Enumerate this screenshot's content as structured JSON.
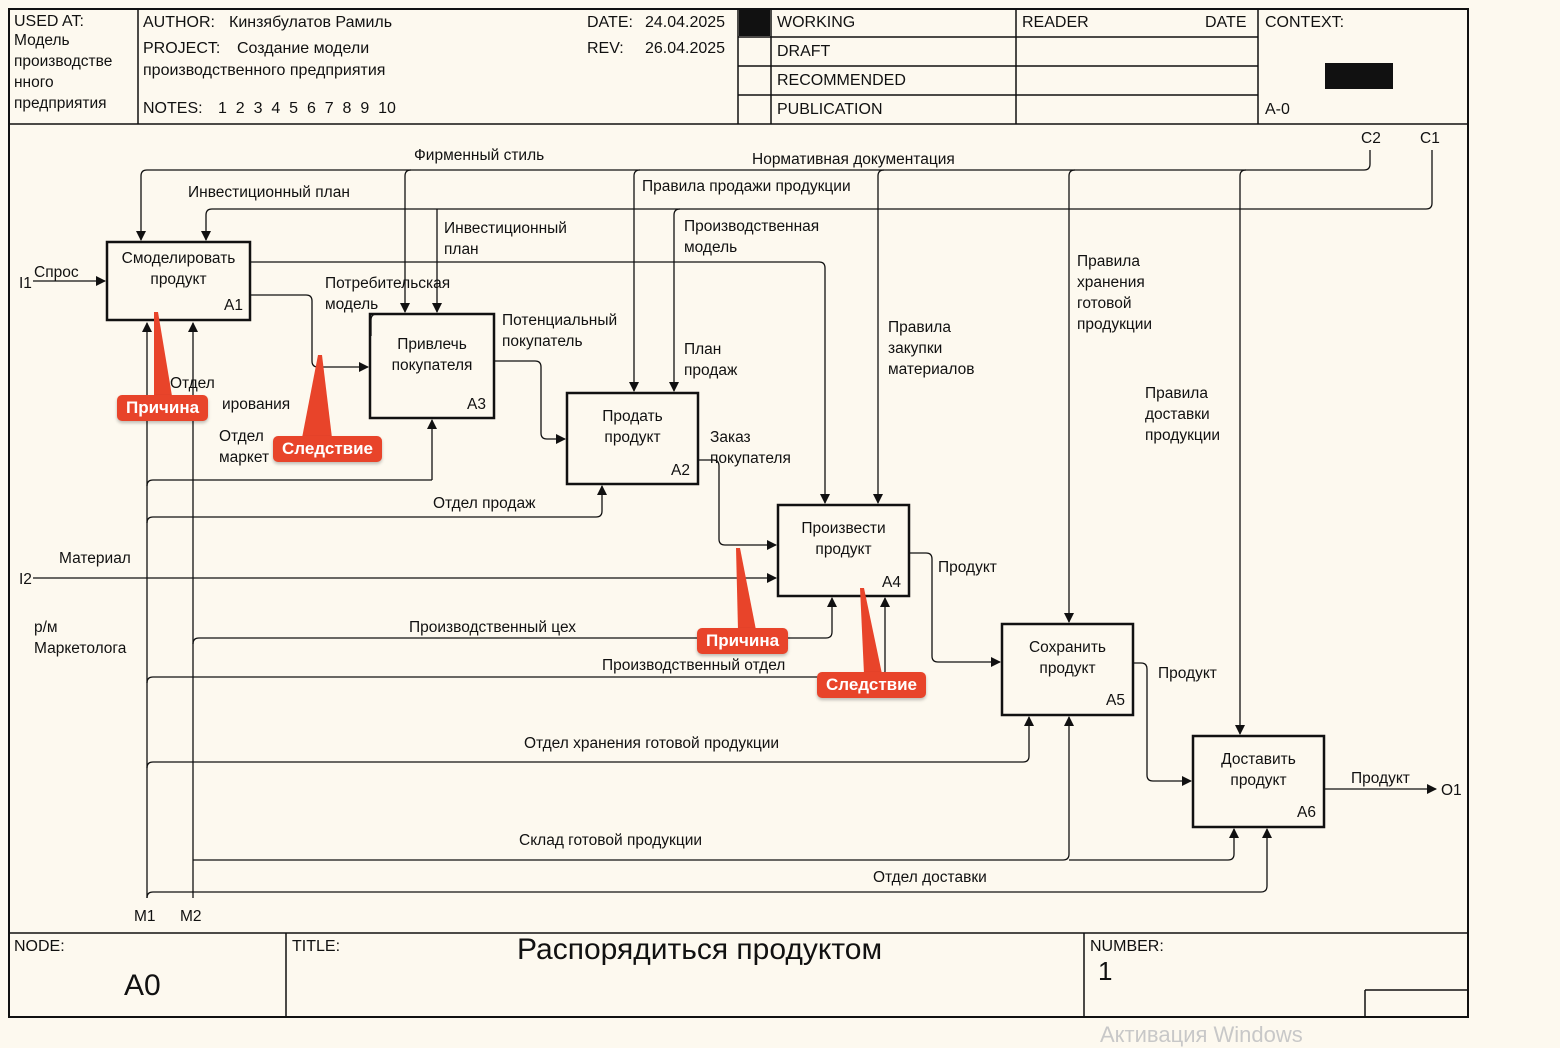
{
  "header": {
    "used_at_label": "USED AT:",
    "used_at_lines": [
      "Модель",
      "производстве",
      "нного",
      "предприятия"
    ],
    "author_label": "AUTHOR:",
    "author": "Кинзябулатов Рамиль",
    "project_label": "PROJECT:",
    "project_line1": "Создание модели",
    "project_line2": "производственного предприятия",
    "date_label": "DATE:",
    "date": "24.04.2025",
    "rev_label": "REV:",
    "rev": "26.04.2025",
    "notes_label": "NOTES:",
    "notes": "1  2  3  4  5  6  7  8  9  10",
    "status": [
      "WORKING",
      "DRAFT",
      "RECOMMENDED",
      "PUBLICATION"
    ],
    "reader_label": "READER",
    "date2_label": "DATE",
    "context_label": "CONTEXT:",
    "context_node": "A-0"
  },
  "boxes": [
    {
      "id": "A1",
      "lines": [
        "Смоделировать",
        "продукт"
      ]
    },
    {
      "id": "A3",
      "lines": [
        "Привлечь",
        "покупателя"
      ]
    },
    {
      "id": "A2",
      "lines": [
        "Продать",
        "продукт"
      ]
    },
    {
      "id": "A4",
      "lines": [
        "Произвести",
        "продукт"
      ]
    },
    {
      "id": "A5",
      "lines": [
        "Сохранить",
        "продукт"
      ]
    },
    {
      "id": "A6",
      "lines": [
        "Доставить",
        "продукт"
      ]
    }
  ],
  "arrow_labels": {
    "firm_style": "Фирменный стиль",
    "norm_docs": "Нормативная документация",
    "invest_plan": "Инвестиционный план",
    "sales_rules": "Правила продажи продукции",
    "invest_plan2_l1": "Инвестиционный",
    "invest_plan2_l2": "план",
    "prod_model_l1": "Производственная",
    "prod_model_l2": "модель",
    "demand": "Спрос",
    "consumer_model_l1": "Потребительская",
    "consumer_model_l2": "модель",
    "potential_buyer_l1": "Потенциальный",
    "potential_buyer_l2": "покупатель",
    "sales_plan_l1": "План",
    "sales_plan_l2": "продаж",
    "purchase_rules_l1": "Правила",
    "purchase_rules_l2": "закупки",
    "purchase_rules_l3": "материалов",
    "storage_rules_l1": "Правила",
    "storage_rules_l2": "хранения",
    "storage_rules_l3": "готовой",
    "storage_rules_l4": "продукции",
    "delivery_rules_l1": "Правила",
    "delivery_rules_l2": "доставки",
    "delivery_rules_l3": "продукции",
    "dept_model_l1": "Отдел",
    "dept_model_l2": "ирования",
    "dept_mkt_l1": "Отдел",
    "dept_mkt_l2": "маркет",
    "order_l1": "Заказ",
    "order_l2": "покупателя",
    "sales_dept": "Отдел продаж",
    "material": "Материал",
    "product1": "Продукт",
    "product2": "Продукт",
    "product3": "Продукт",
    "rm_l1": "р/м",
    "rm_l2": "Маркетолога",
    "workshop": "Производственный цех",
    "prod_dept": "Производственный отдел",
    "storage_dept": "Отдел хранения готовой продукции",
    "warehouse": "Склад готовой продукции",
    "delivery_dept": "Отдел доставки",
    "i1": "I1",
    "i2": "I2",
    "c1": "C1",
    "c2": "C2",
    "m1": "M1",
    "m2": "M2",
    "o1": "O1"
  },
  "callouts": {
    "cause1": "Причина",
    "effect1": "Следствие",
    "cause2": "Причина",
    "effect2": "Следствие"
  },
  "footer": {
    "node_label": "NODE:",
    "node": "A0",
    "title_label": "TITLE:",
    "title": "Распорядиться продуктом",
    "number_label": "NUMBER:",
    "number": "1"
  },
  "watermark": "Активация Windows",
  "colors": {
    "background": "#fdf9ef",
    "callout": "#e8442a",
    "line": "#111111"
  }
}
